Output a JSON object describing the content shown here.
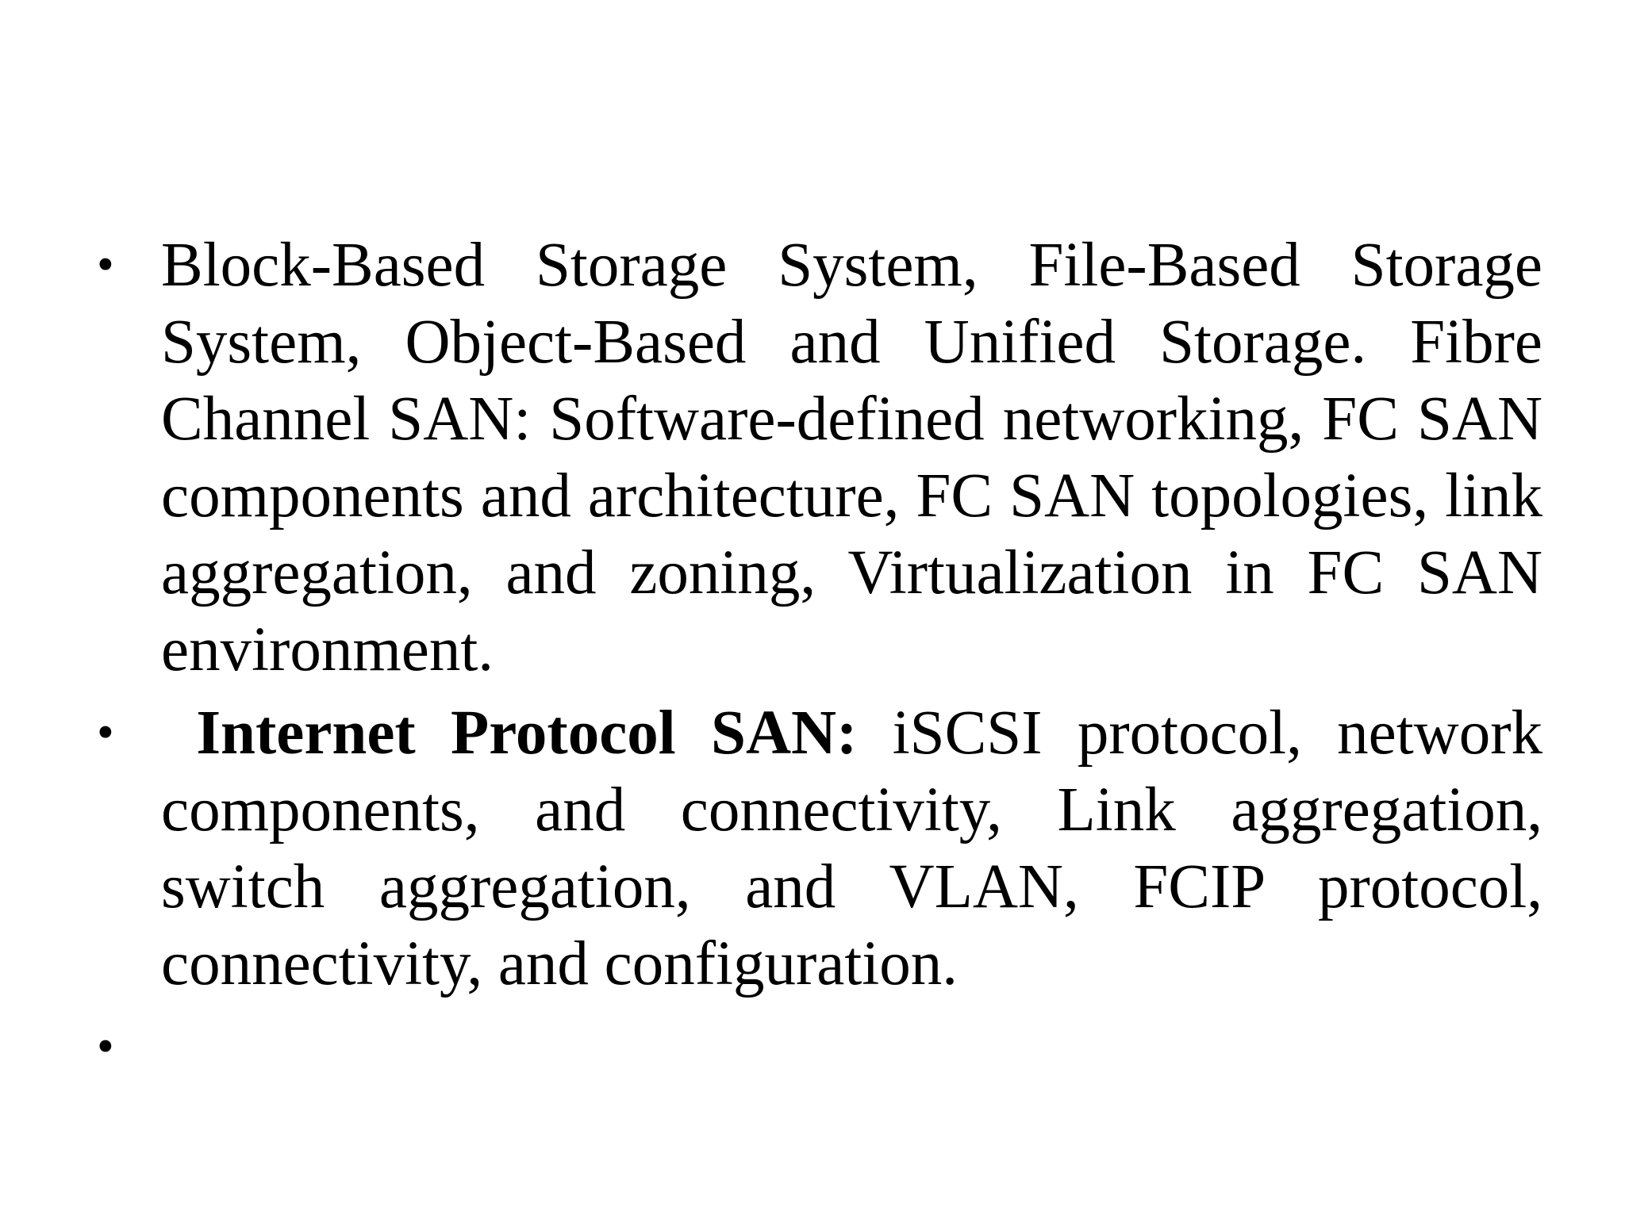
{
  "slide": {
    "bullet_symbol": "•",
    "items": [
      {
        "lead": "",
        "text": "Block-Based Storage System, File-Based Storage System, Object-Based and Unified Storage. Fibre Channel SAN: Software-defined networking, FC SAN components and architecture, FC SAN topologies, link aggregation, and zoning, Virtualization in FC SAN environment."
      },
      {
        "lead": " Internet Protocol SAN:",
        "text": " iSCSI protocol, network components, and connectivity, Link aggregation, switch aggregation, and VLAN, FCIP protocol, connectivity, and configuration."
      },
      {
        "lead": "",
        "text": ""
      }
    ]
  }
}
